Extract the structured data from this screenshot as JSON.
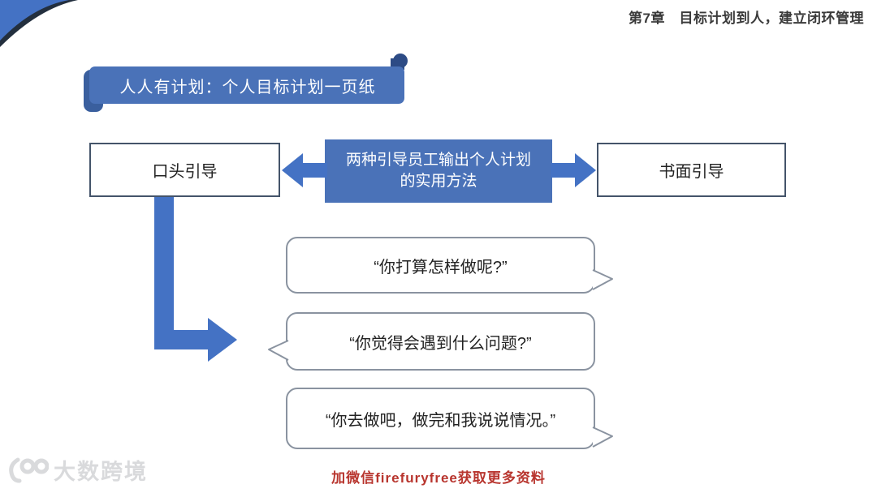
{
  "slide": {
    "chapter_title": "第7章　目标计划到人，建立闭环管理",
    "banner": {
      "title": "人人有计划：个人目标计划一页纸"
    },
    "flow": {
      "left_box_label": "口头引导",
      "center_box_line1": "两种引导员工输出个人计划",
      "center_box_line2": "的实用方法",
      "right_box_label": "书面引导"
    },
    "bubbles": [
      "“你打算怎样做呢?”",
      "“你觉得会遇到什么问题?”",
      "“你去做吧，做完和我说说情况。”"
    ],
    "watermark_text": "大数跨境",
    "footer_note": "加微信firefuryfree获取更多资料"
  },
  "colors": {
    "blue": "#4a72b8",
    "blue-arrow": "#4472c4",
    "blue-deep": "#2d4b85",
    "navy": "#232f3e",
    "box-border": "#44546a",
    "bubble-border": "#8a93a0",
    "red": "#b8352e",
    "watermark": "#d9dadc"
  }
}
